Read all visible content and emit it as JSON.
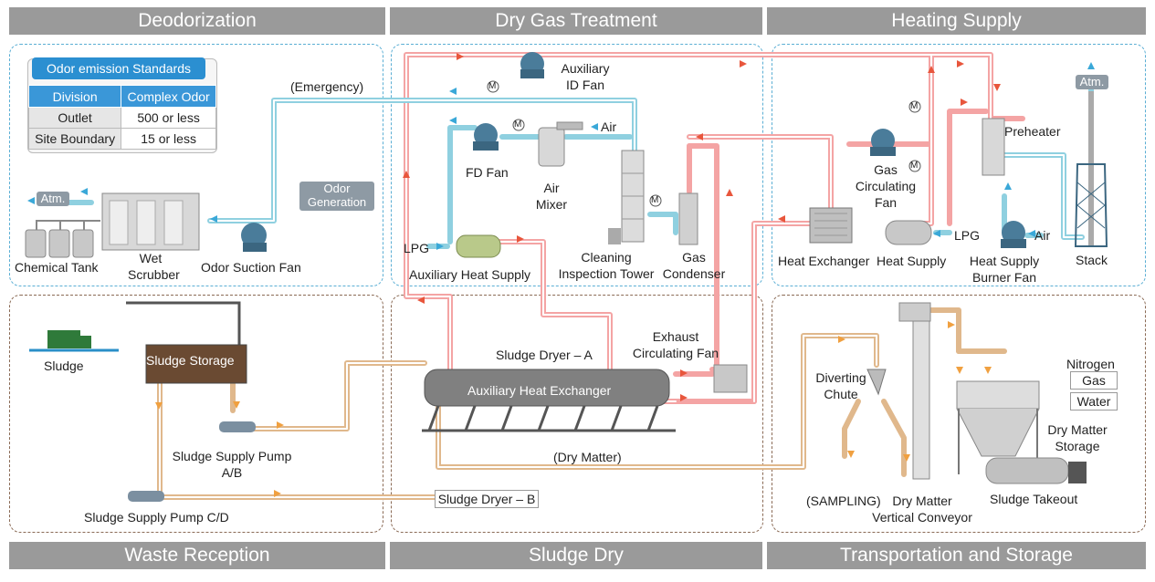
{
  "sections": {
    "deodorization": "Deodorization",
    "dry_gas": "Dry Gas Treatment",
    "heating": "Heating Supply",
    "waste": "Waste Reception",
    "sludge_dry": "Sludge Dry",
    "transport": "Transportation and Storage"
  },
  "odor_table": {
    "caption": "Odor emission Standards",
    "headers": [
      "Division",
      "Complex Odor"
    ],
    "rows": [
      [
        "Outlet",
        "500 or less"
      ],
      [
        "Site Boundary",
        "15 or less"
      ]
    ]
  },
  "labels": {
    "emergency": "(Emergency)",
    "odor_generation_1": "Odor",
    "odor_generation_2": "Generation",
    "atm": "Atm.",
    "chemical_tank": "Chemical Tank",
    "wet_scrubber_1": "Wet",
    "wet_scrubber_2": "Scrubber",
    "odor_suction_fan": "Odor Suction Fan",
    "aux_id_fan_1": "Auxiliary",
    "aux_id_fan_2": "ID Fan",
    "fd_fan": "FD Fan",
    "air": "Air",
    "air_mixer_1": "Air",
    "air_mixer_2": "Mixer",
    "lpg": "LPG",
    "aux_heat_supply": "Auxiliary Heat Supply",
    "cleaning_tower_1": "Cleaning",
    "cleaning_tower_2": "Inspection Tower",
    "gas_condenser_1": "Gas",
    "gas_condenser_2": "Condenser",
    "preheater": "Preheater",
    "gas_circ_fan_1": "Gas",
    "gas_circ_fan_2": "Circulating",
    "gas_circ_fan_3": "Fan",
    "heat_exchanger": "Heat Exchanger",
    "heat_supply": "Heat Supply",
    "burner_fan_1": "Heat Supply",
    "burner_fan_2": "Burner Fan",
    "stack": "Stack",
    "sludge": "Sludge",
    "sludge_storage": "Sludge Storage",
    "pump_ab_1": "Sludge Supply Pump",
    "pump_ab_2": "A/B",
    "pump_cd": "Sludge Supply Pump C/D",
    "sludge_dryer_a": "Sludge Dryer – A",
    "aux_heat_exchanger": "Auxiliary Heat Exchanger",
    "exhaust_fan_1": "Exhaust",
    "exhaust_fan_2": "Circulating Fan",
    "dry_matter": "(Dry Matter)",
    "sludge_dryer_b": "Sludge Dryer – B",
    "diverting_1": "Diverting",
    "diverting_2": "Chute",
    "sampling": "(SAMPLING)",
    "conveyor_1": "Dry Matter",
    "conveyor_2": "Vertical Conveyor",
    "nitrogen_1": "Nitrogen",
    "nitrogen_2": "Gas",
    "water": "Water",
    "dm_storage_1": "Dry Matter",
    "dm_storage_2": "Storage",
    "sludge_takeout": "Sludge Takeout",
    "valve_m": "M"
  },
  "colors": {
    "hot_gas": "#f08a8a",
    "cool_gas": "#7cc6d8",
    "sludge_line": "#d8a87a",
    "header": "#9a9a9a",
    "zone_blue": "#5aaed4",
    "zone_brown": "#8a6a55",
    "table_blue": "#2b8fd1"
  }
}
